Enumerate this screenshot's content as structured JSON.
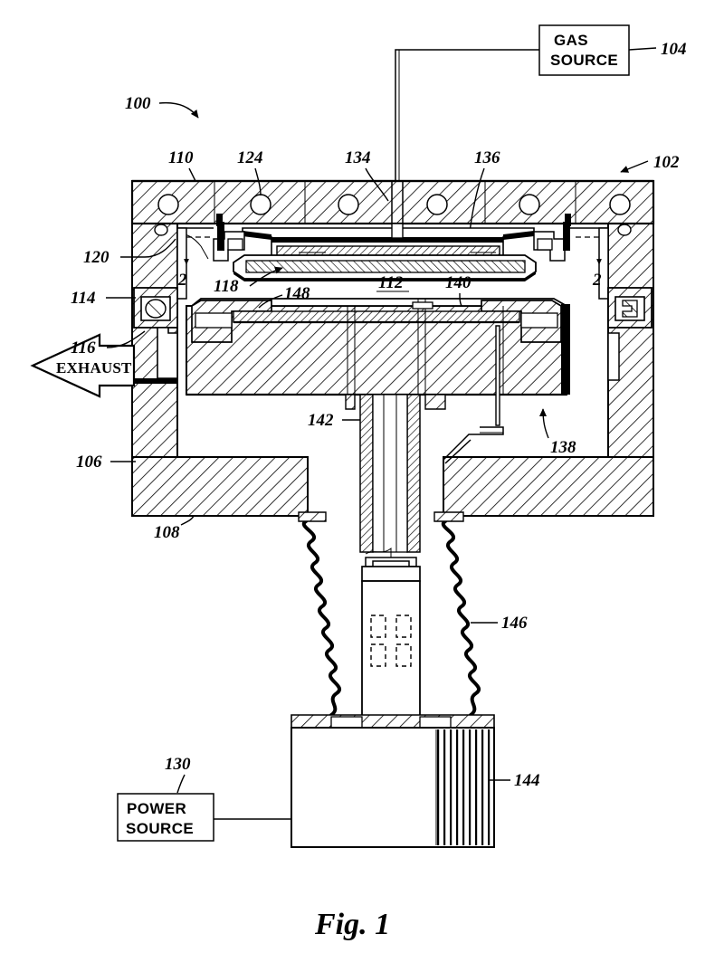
{
  "figure": {
    "caption": "Fig.  1",
    "type": "patent-drawing",
    "title_number": "1"
  },
  "blocks": [
    {
      "id": "gas-source",
      "line1": "GAS",
      "line2": "SOURCE",
      "ref": "104"
    },
    {
      "id": "power-source",
      "line1": "POWER",
      "line2": "SOURCE",
      "ref": "130"
    }
  ],
  "arrows": [
    {
      "id": "exhaust",
      "label": "EXHAUST",
      "direction": "left",
      "ref": "116"
    }
  ],
  "section_marks": [
    {
      "id": "section-left",
      "label": "2"
    },
    {
      "id": "section-right",
      "label": "2"
    }
  ],
  "reference_numerals": [
    {
      "ref": "100",
      "name": "apparatus-overall"
    },
    {
      "ref": "102",
      "name": "chamber-body"
    },
    {
      "ref": "104",
      "name": "gas-source"
    },
    {
      "ref": "106",
      "name": "chamber-wall"
    },
    {
      "ref": "108",
      "name": "chamber-bottom"
    },
    {
      "ref": "110",
      "name": "chamber-lid"
    },
    {
      "ref": "112",
      "name": "showerhead"
    },
    {
      "ref": "114",
      "name": "slit-valve-port"
    },
    {
      "ref": "116",
      "name": "exhaust-port"
    },
    {
      "ref": "118",
      "name": "process-volume"
    },
    {
      "ref": "120",
      "name": "liner"
    },
    {
      "ref": "124",
      "name": "cooling-channel"
    },
    {
      "ref": "130",
      "name": "power-source"
    },
    {
      "ref": "134",
      "name": "gas-inlet"
    },
    {
      "ref": "136",
      "name": "lid-plate"
    },
    {
      "ref": "138",
      "name": "lower-volume"
    },
    {
      "ref": "140",
      "name": "substrate-support-edge"
    },
    {
      "ref": "142",
      "name": "support-shaft"
    },
    {
      "ref": "144",
      "name": "actuator-base"
    },
    {
      "ref": "146",
      "name": "spring"
    },
    {
      "ref": "148",
      "name": "substrate-edge-ring"
    }
  ],
  "labels": {
    "r100": "100",
    "r102": "102",
    "r104": "104",
    "r106": "106",
    "r108": "108",
    "r110": "110",
    "r112": "112",
    "r114": "114",
    "r116": "116",
    "r118": "118",
    "r120": "120",
    "r124": "124",
    "r130": "130",
    "r134": "134",
    "r136": "136",
    "r138": "138",
    "r140": "140",
    "r142": "142",
    "r144": "144",
    "r146": "146",
    "r148": "148",
    "sec_left": "2",
    "sec_right": "2"
  },
  "colors": {
    "ink": "#000000",
    "paper": "#ffffff"
  }
}
